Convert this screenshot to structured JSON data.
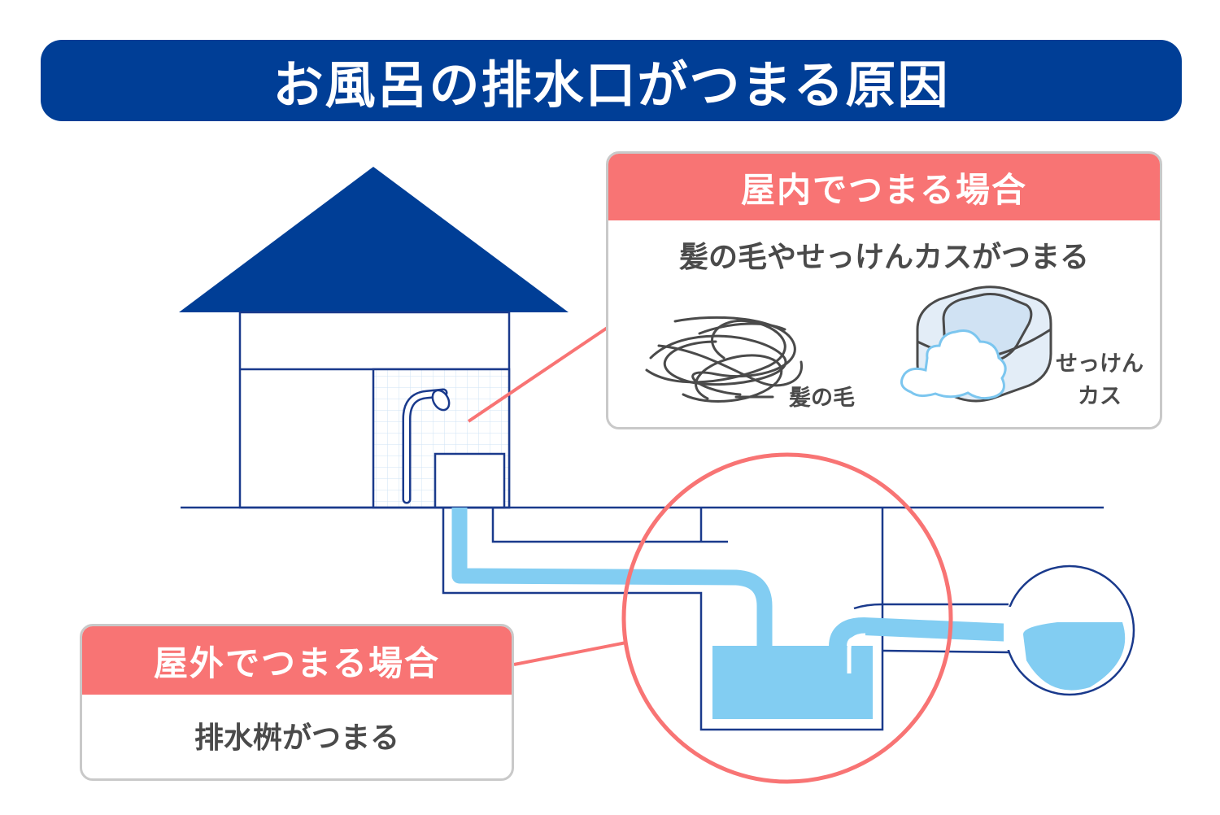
{
  "title": "お風呂の排水口がつまる原因",
  "indoor": {
    "heading": "屋内でつまる場合",
    "description": "髪の毛やせっけんカスがつまる",
    "hair_label": "髪の毛",
    "soap_label_line1": "せっけん",
    "soap_label_line2": "カス"
  },
  "outdoor": {
    "heading": "屋外でつまる場合",
    "description": "排水桝がつまる"
  },
  "colors": {
    "navy": "#003e96",
    "coral": "#f87474",
    "water": "#82cdf2",
    "line": "#1a3a8c",
    "text": "#4a4a4a"
  }
}
